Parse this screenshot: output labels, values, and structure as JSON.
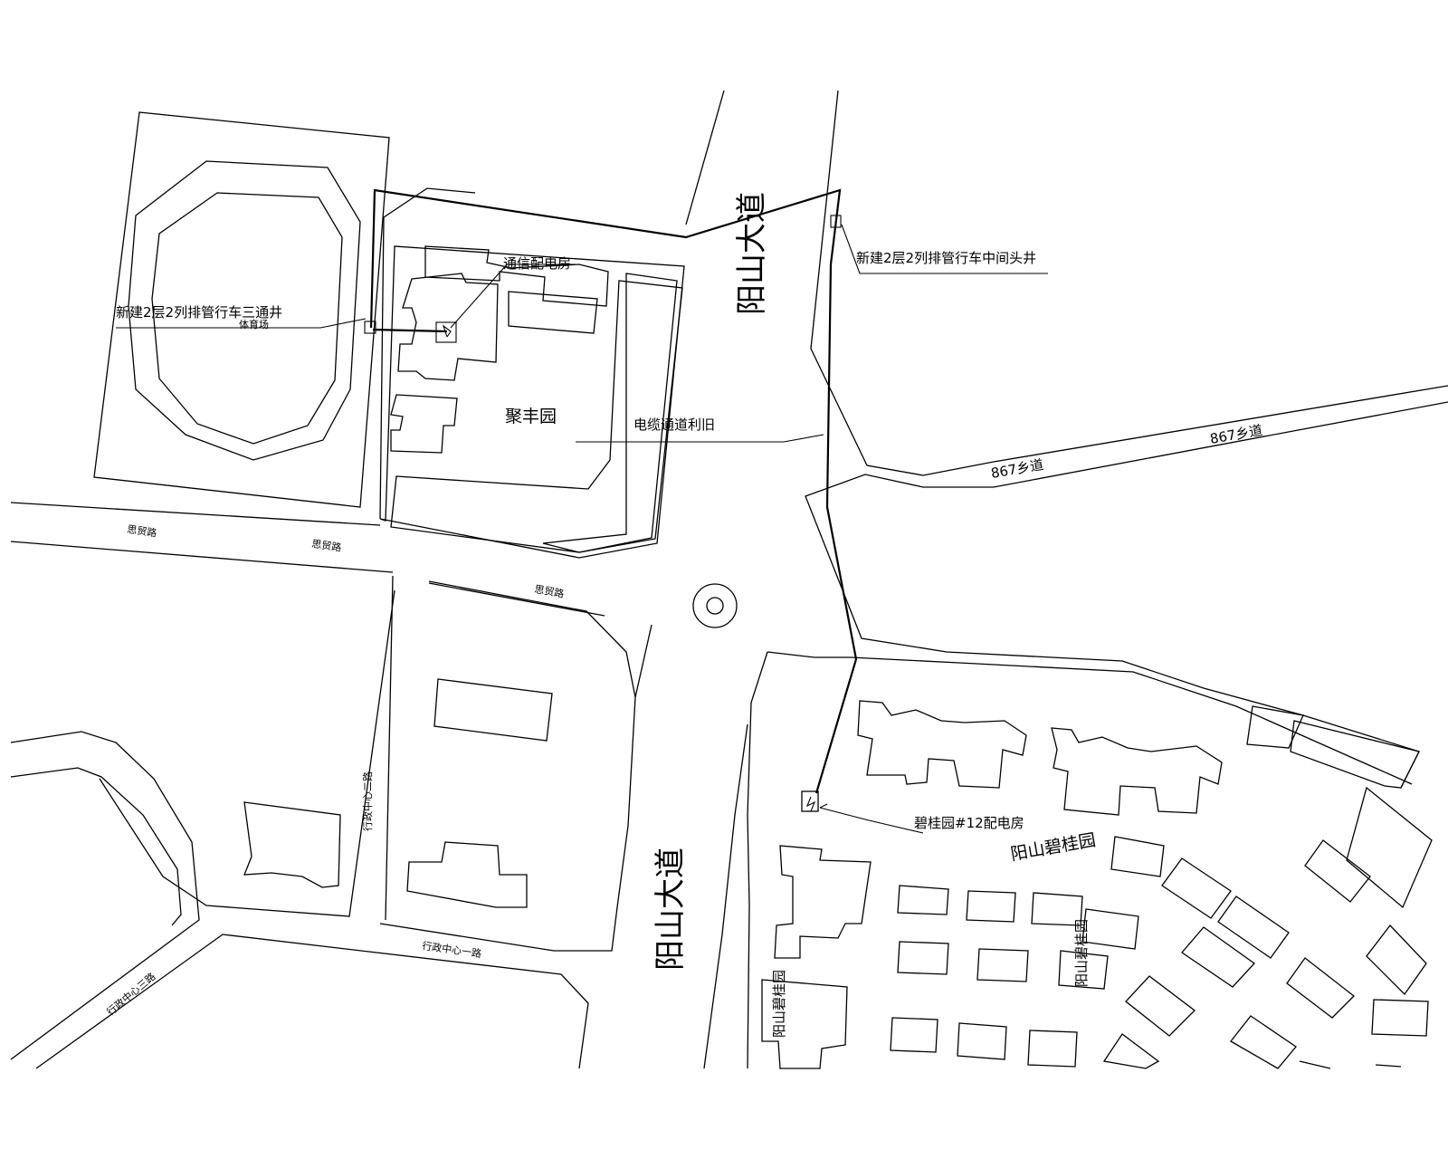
{
  "labels": {
    "new_well_tee": "新建2层2列排管行车三通井",
    "stadium": "体育场",
    "comm_substation": "通信配电房",
    "new_well_joint": "新建2层2列排管行车中间头井",
    "yangshan_avenue": "阳山大道",
    "jufeng_garden": "聚丰园",
    "cable_channel": "电缆通道利旧",
    "county_road_1": "867乡道",
    "county_road_2": "867乡道",
    "simao_road_1": "思贸路",
    "simao_road_2": "思贸路",
    "simao_road_3": "思贸路",
    "admin_road_2": "行政中心二路",
    "admin_road_1": "行政中心一路",
    "admin_road_3": "行政中心三路",
    "yangshan_avenue_lower": "阳山大道",
    "biguiyuan_substation": "碧桂园#12配电房",
    "yangshan_biguiyuan": "阳山碧桂园",
    "biguiyuan_a": "阳山碧桂园",
    "biguiyuan_b": "阳山碧桂园"
  }
}
